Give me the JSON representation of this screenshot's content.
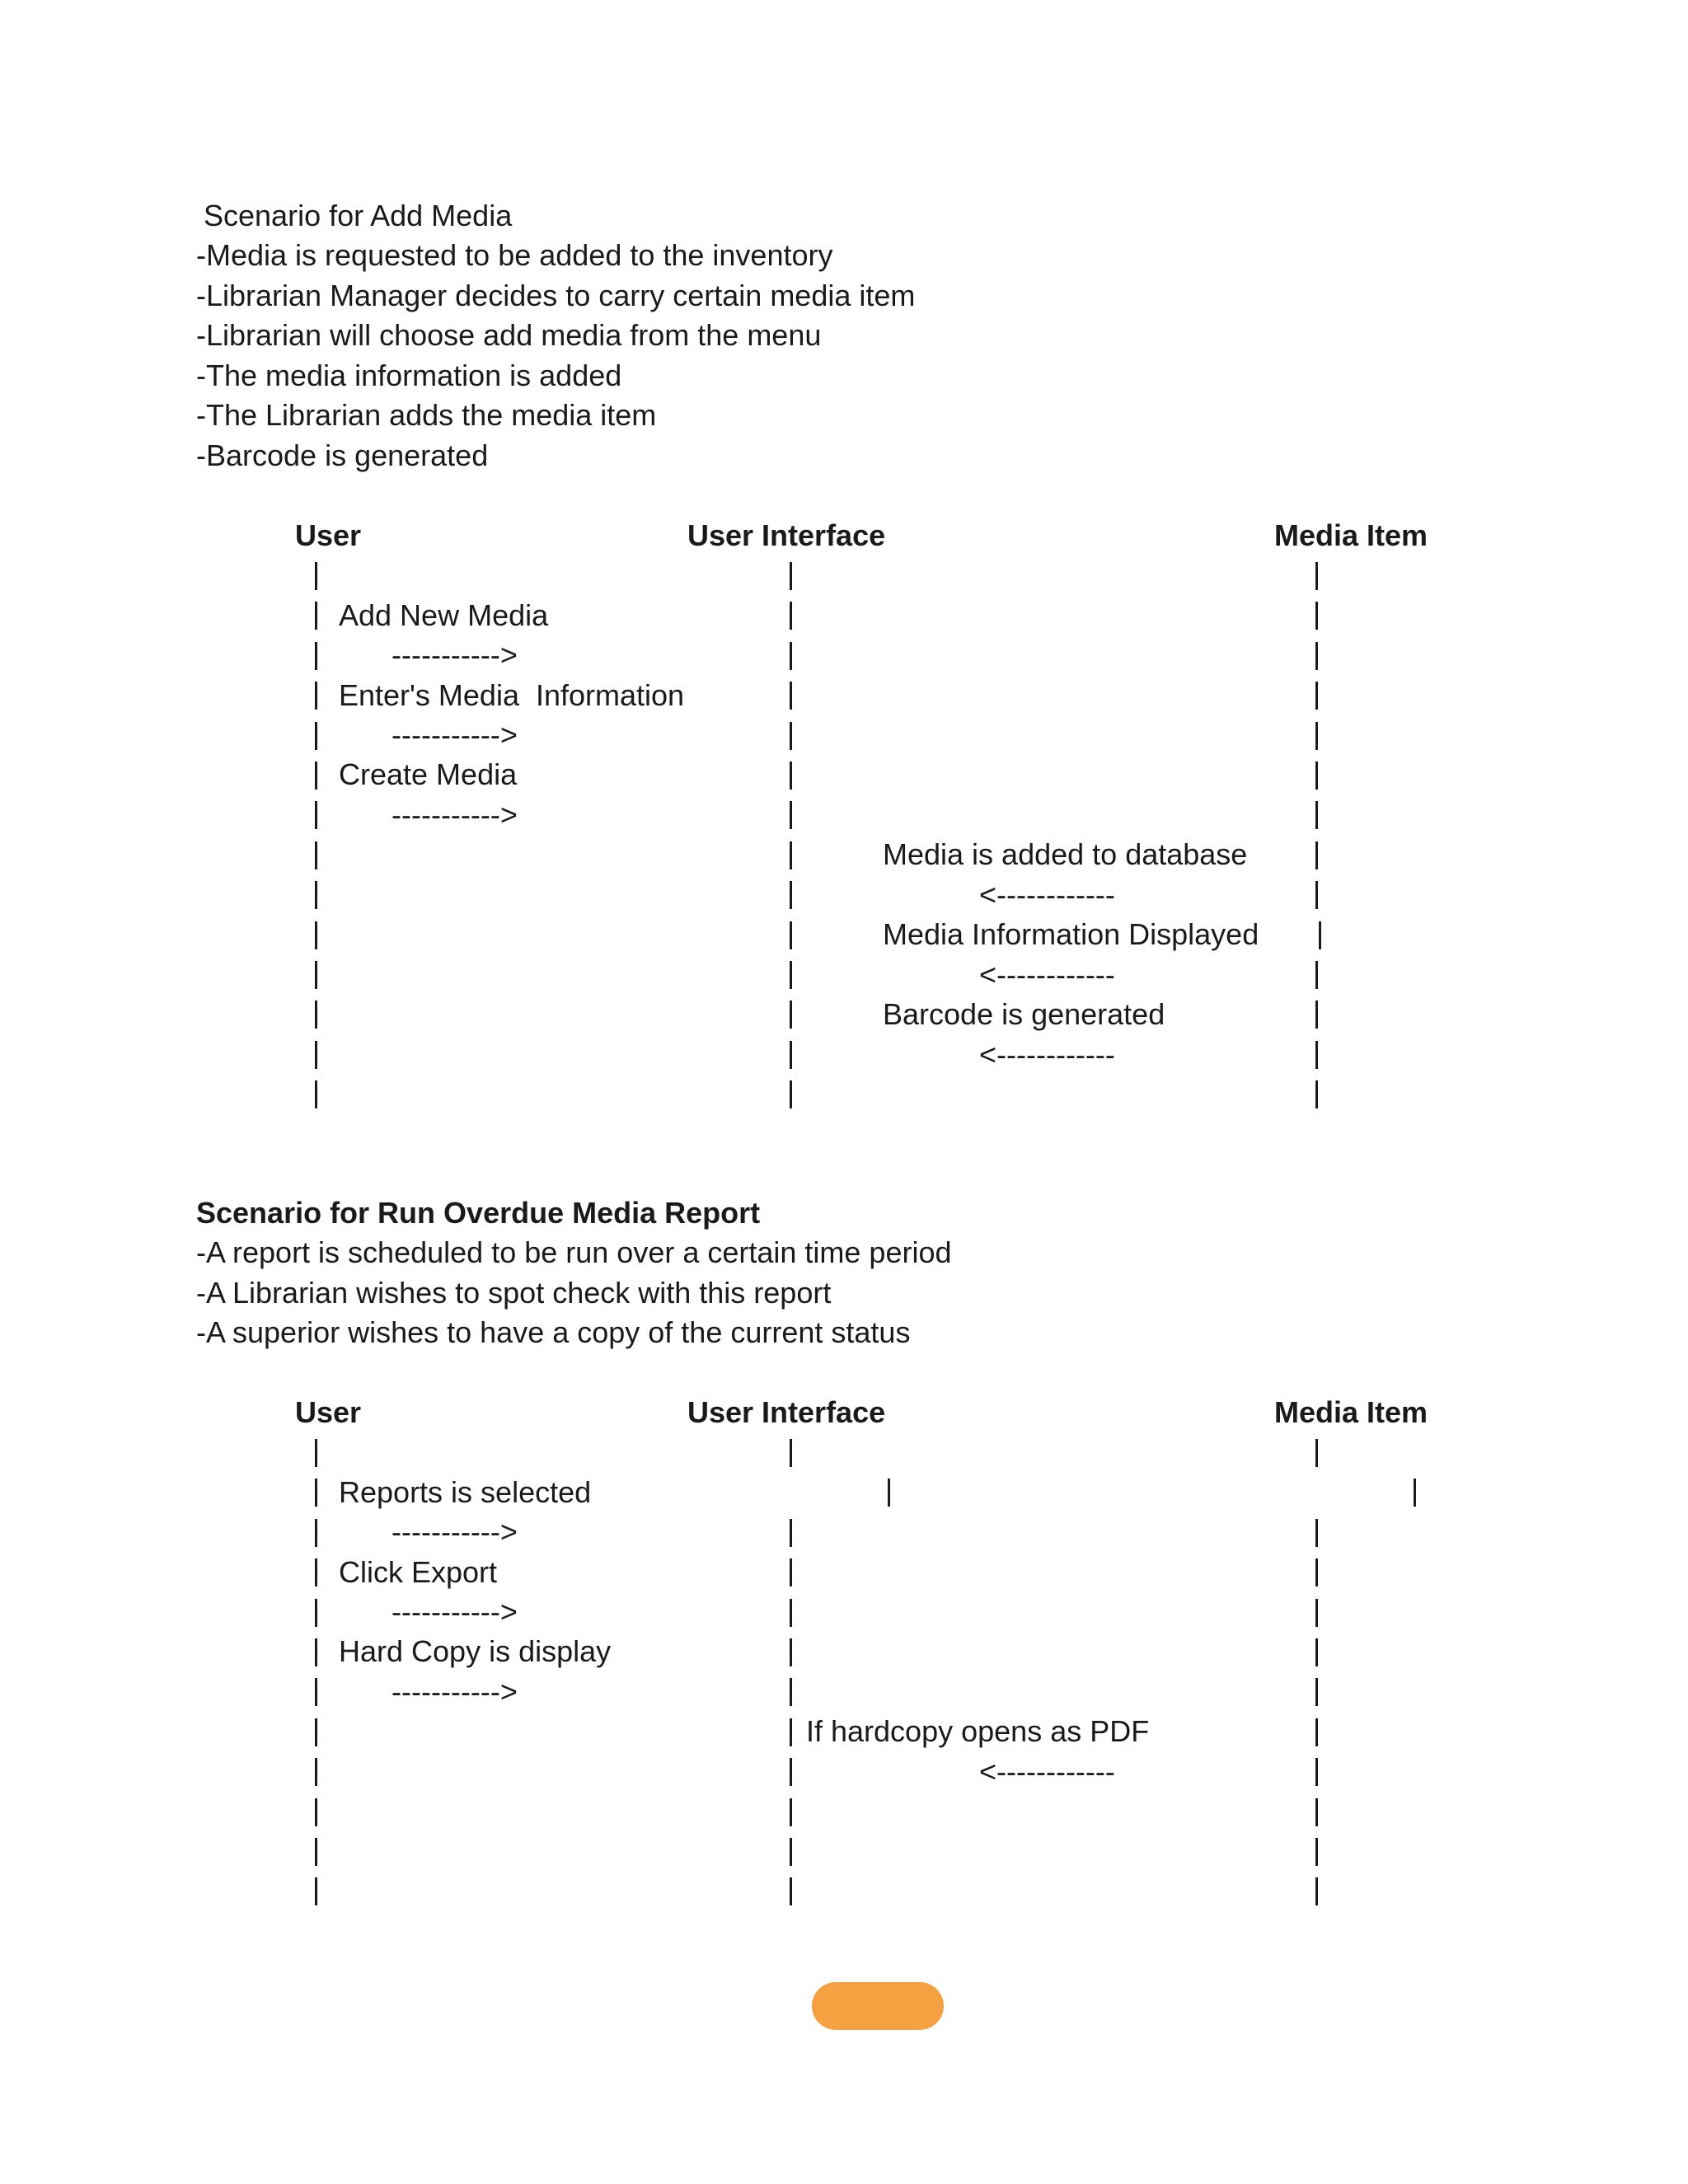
{
  "colors": {
    "text": "#1a1a1a",
    "page_indicator": "#f5a142"
  },
  "section1": {
    "title": "Scenario for Add Media",
    "steps": [
      "-Media is requested to be added to the inventory",
      "-Librarian Manager decides to carry certain media item",
      "-Librarian will choose add media from the menu",
      "-The media information is added",
      "-The Librarian adds the media item",
      "-Barcode is generated"
    ],
    "lanes": {
      "user": "User",
      "ui": "User Interface",
      "media": "Media Item"
    },
    "messages": [
      {
        "label": "Add New Media",
        "arrow": "----------->"
      },
      {
        "label": "Enter's Media  Information",
        "arrow": "----------->"
      },
      {
        "label": "Create Media",
        "arrow": "----------->"
      },
      {
        "label": "Media is added to database",
        "arrow": "<------------"
      },
      {
        "label": "Media Information Displayed",
        "arrow": "<------------"
      },
      {
        "label": "Barcode is generated",
        "arrow": "<------------"
      }
    ]
  },
  "section2": {
    "title": "Scenario for Run Overdue Media Report",
    "steps": [
      "-A report is scheduled to be run over a certain time period",
      "-A Librarian wishes to spot check with this report",
      "-A superior wishes to have a copy of the current status"
    ],
    "lanes": {
      "user": "User",
      "ui": "User Interface",
      "media": "Media Item"
    },
    "messages": [
      {
        "label": "Reports is selected",
        "arrow": "----------->"
      },
      {
        "label": "Click Export",
        "arrow": "----------->"
      },
      {
        "label": "Hard Copy is display",
        "arrow": "----------->"
      },
      {
        "label": "If hardcopy opens as PDF",
        "arrow": "<------------"
      }
    ]
  }
}
